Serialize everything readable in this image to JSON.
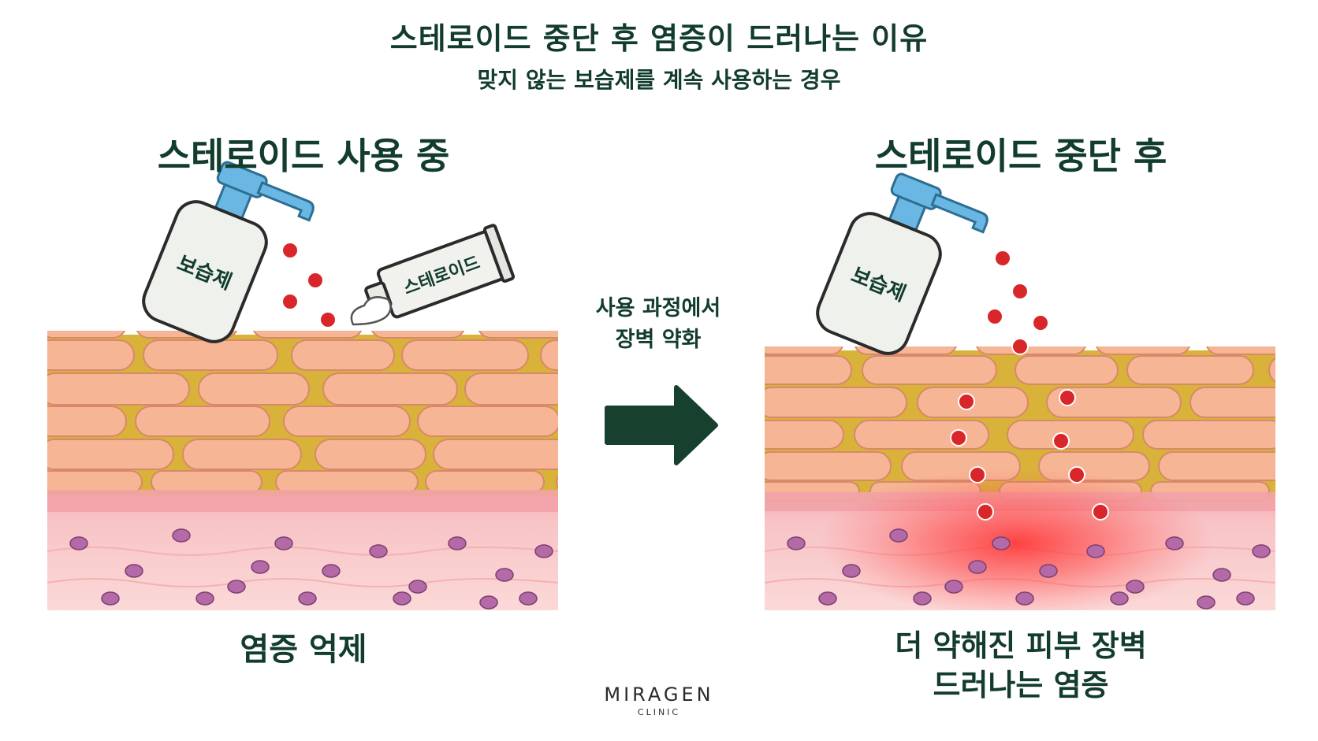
{
  "title": "스테로이드 중단 후 염증이 드러나는 이유",
  "subtitle": "맞지 않는 보습제를 계속 사용하는 경우",
  "left_panel": {
    "heading": "스테로이드 사용 중",
    "bottle_label": "보습제",
    "tube_label": "스테로이드",
    "caption": "염증 억제"
  },
  "arrow": {
    "caption_line1": "사용 과정에서",
    "caption_line2": "장벽 약화"
  },
  "right_panel": {
    "heading": "스테로이드 중단 후",
    "bottle_label": "보습제",
    "caption_line1": "더 약해진 피부 장벽",
    "caption_line2": "드러나는 염증"
  },
  "logo": {
    "name": "MIRAGEN",
    "sub": "CLINIC"
  },
  "colors": {
    "title_text": "#123c2c",
    "arrow": "#17402f",
    "skin_cell": "#f6b595",
    "lipid": "#d9b23a",
    "dermis": "#f7c5c6",
    "cell_nucleus": "#b36aa6",
    "drop": "#d9262b",
    "pump": "#6ab7e4",
    "inflammation": "#ff3b3b"
  },
  "icons": [
    "moisturizer-bottle-icon",
    "steroid-tube-icon",
    "right-arrow-icon"
  ]
}
